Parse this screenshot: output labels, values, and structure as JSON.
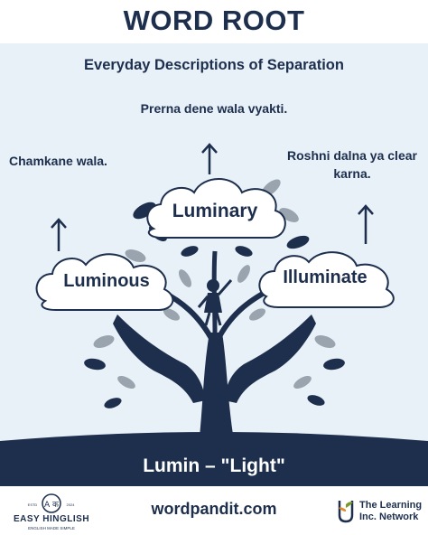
{
  "header": {
    "title": "WORD ROOT"
  },
  "subtitle": "Everyday Descriptions of Separation",
  "definitions": {
    "luminary": "Prerna dene wala vyakti.",
    "luminous": "Chamkane wala.",
    "illuminate": "Roshni dalna ya clear karna."
  },
  "words": {
    "luminary": "Luminary",
    "luminous": "Luminous",
    "illuminate": "Illuminate"
  },
  "root": {
    "text": "Lumin – \"Light\""
  },
  "footer": {
    "site": "wordpandit.com",
    "left_logo": {
      "name": "EASY HINGLISH",
      "tagline": "ENGLISH MADE SIMPLE",
      "estd": "ESTD",
      "year": "2024",
      "emblem_text": "A क"
    },
    "right_logo": {
      "line1": "The Learning",
      "line2": "Inc. Network"
    }
  },
  "colors": {
    "navy": "#1d2f4d",
    "panel": "#e8f0f8",
    "leaf_grey": "#9aa4ae",
    "accent_green": "#7a9a2e",
    "accent_orange": "#e08a2a"
  }
}
